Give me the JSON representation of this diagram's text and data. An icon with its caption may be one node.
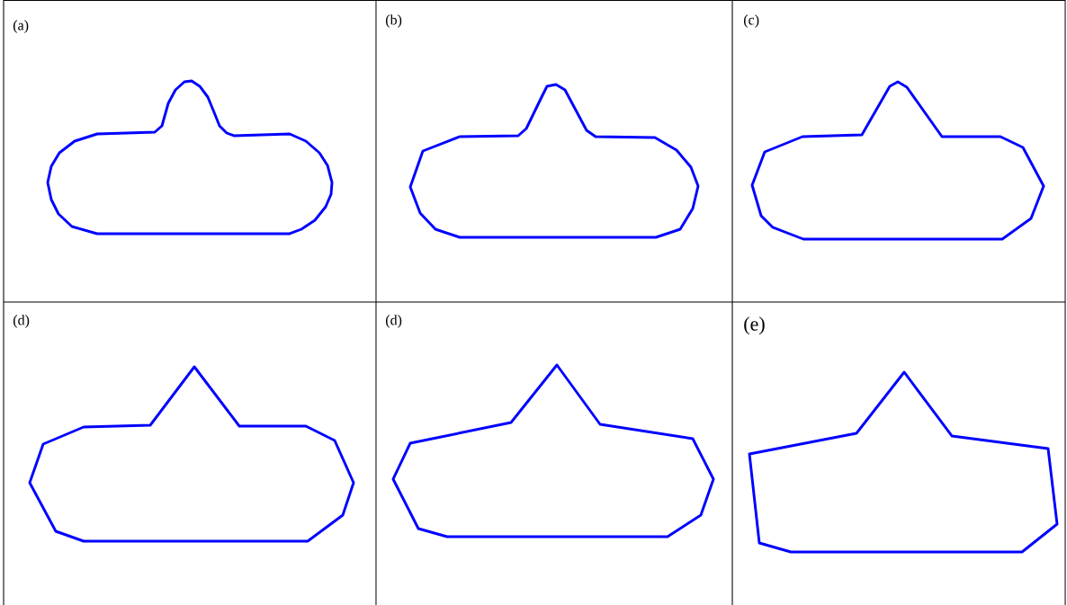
{
  "diagram": {
    "labels": [
      "(a)",
      "(b)",
      "(c)",
      "(d)",
      "(d)",
      "(e)"
    ]
  }
}
